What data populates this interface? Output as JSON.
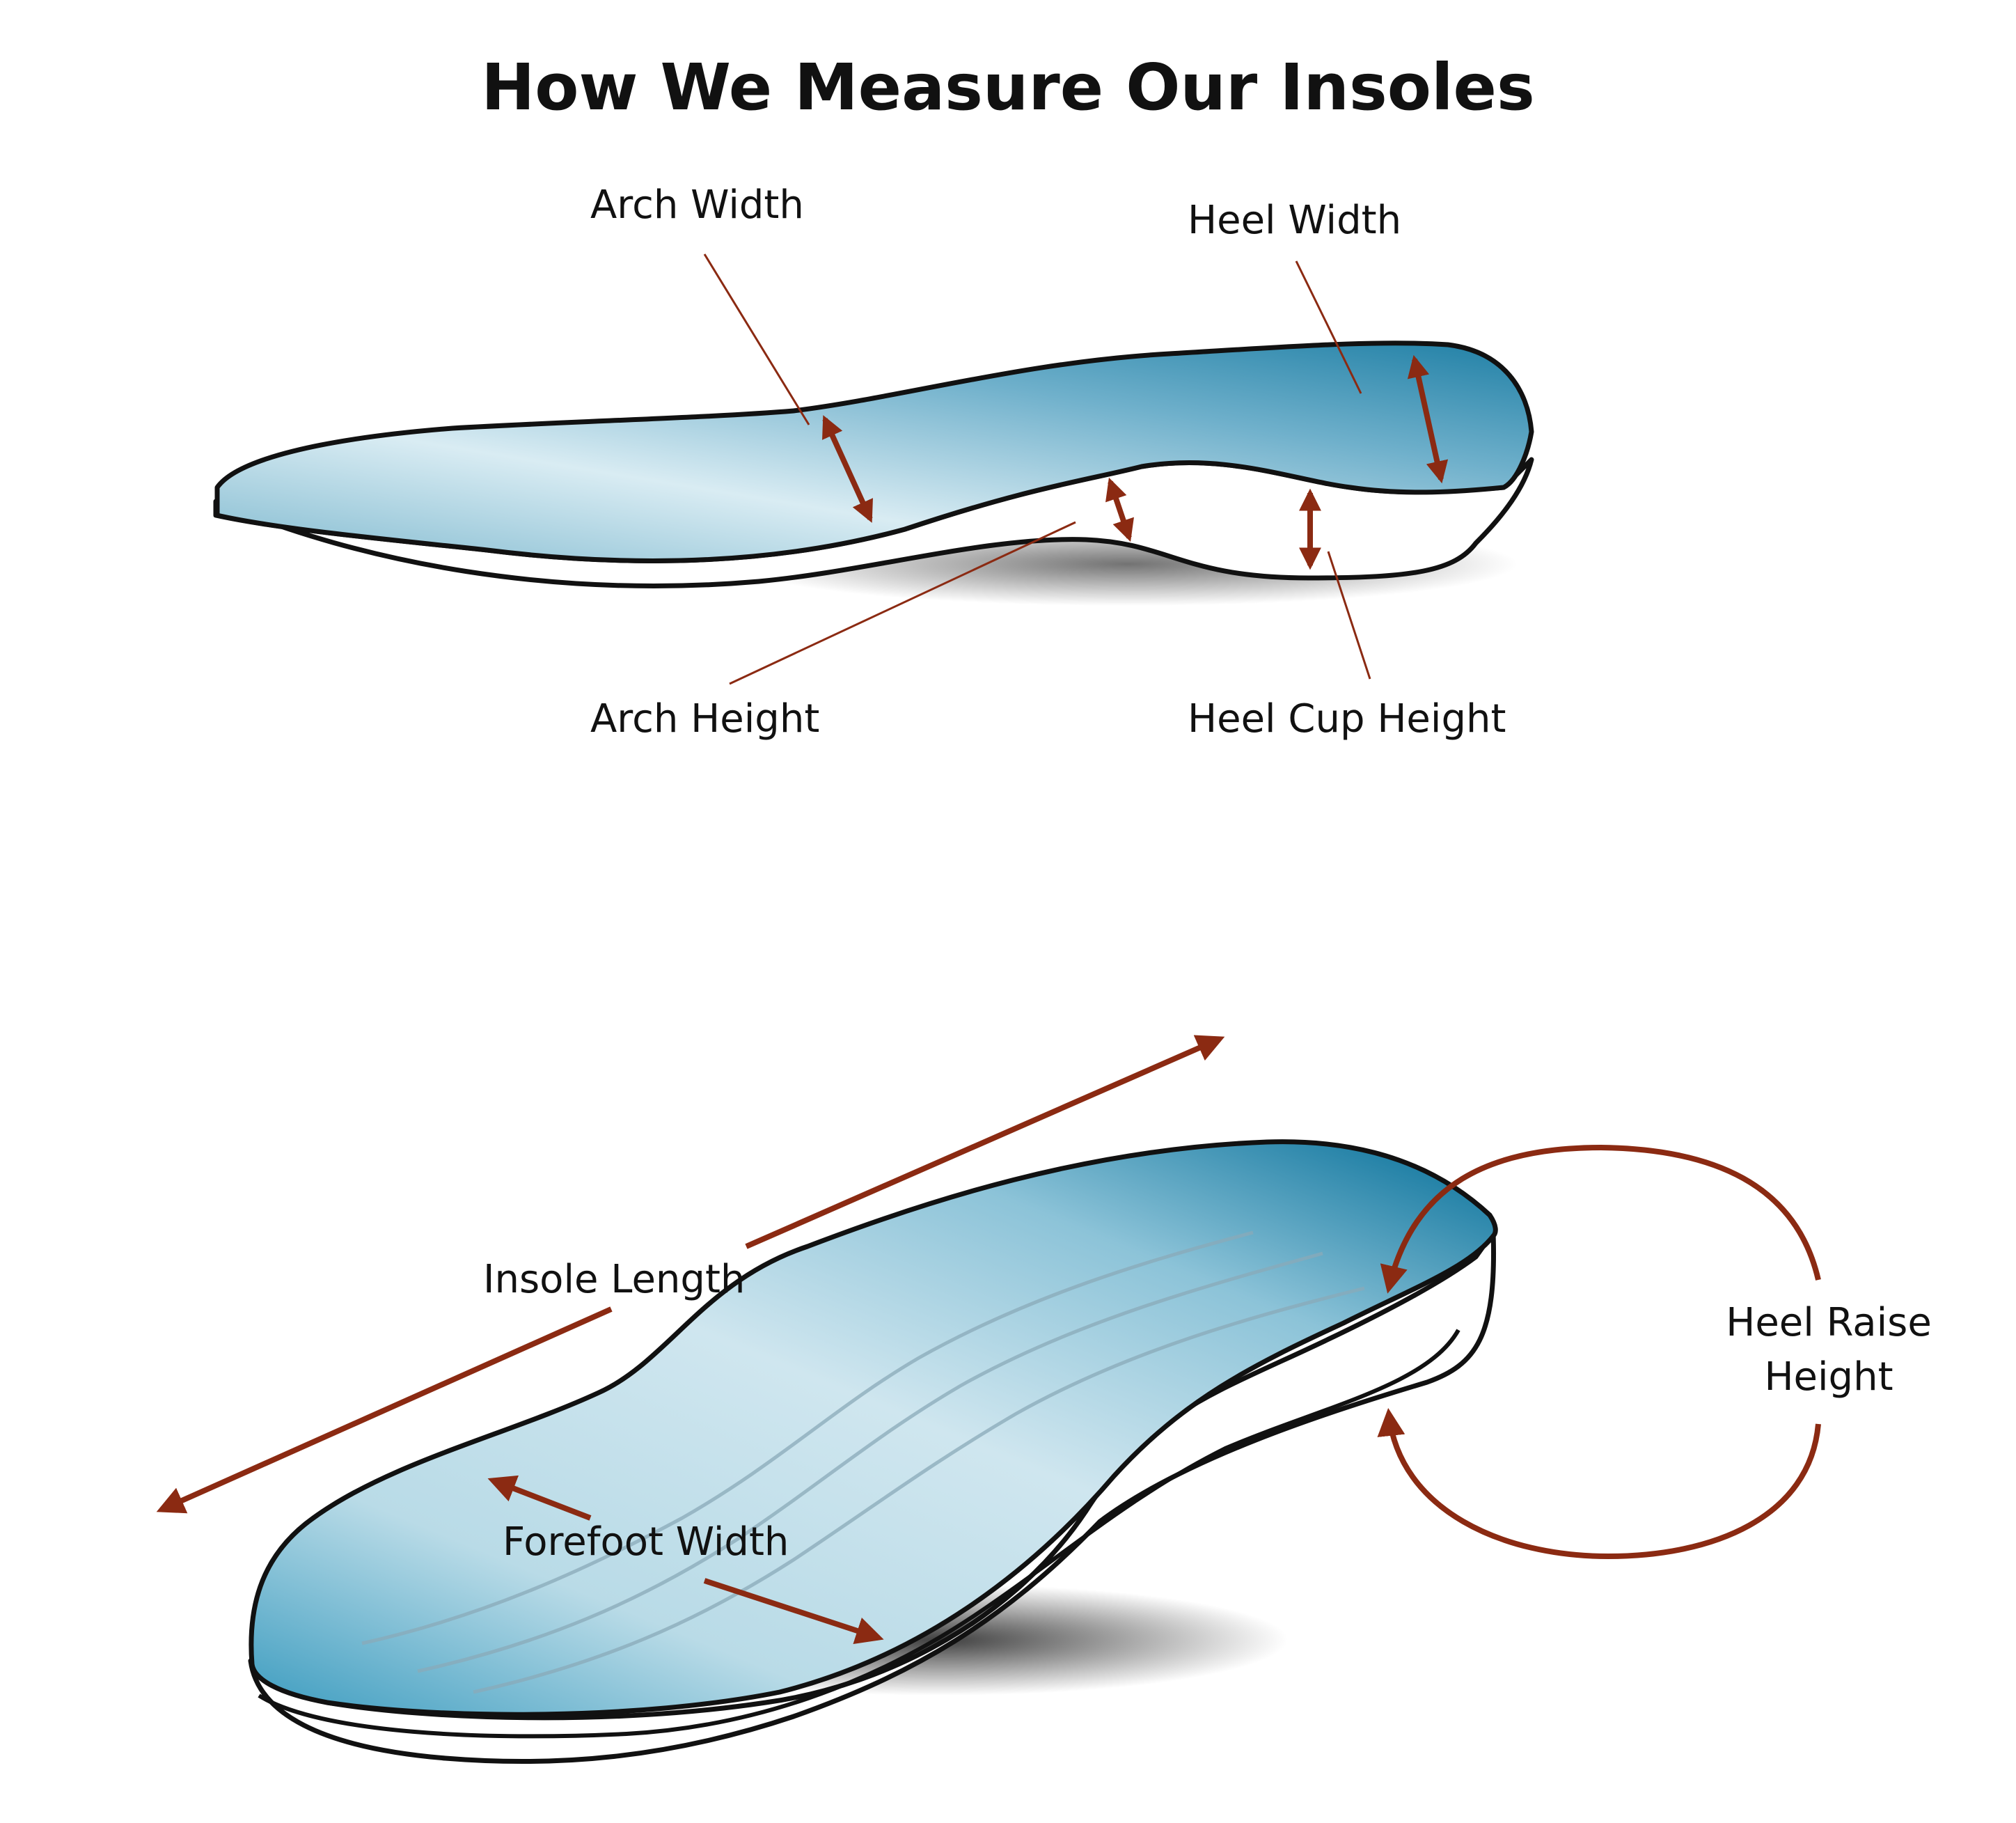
{
  "title": "How We Measure Our Insoles",
  "labels": {
    "arch_width": "Arch Width",
    "heel_width": "Heel Width",
    "arch_height": "Arch Height",
    "heel_cup_height": "Heel Cup Height",
    "insole_length": "Insole Length",
    "forefoot_width": "Forefoot Width",
    "heel_raise_height_line1": "Heel Raise",
    "heel_raise_height_line2": "Height"
  },
  "colors": {
    "arrow": "#8b2a12",
    "outline": "#111111",
    "insole_dark": "#2a88ad",
    "insole_light": "#dfeef3",
    "side_wall": "#ffffff"
  },
  "icons": {
    "measure_arrow": "double-headed-arrow",
    "length_arrow": "long-arrow",
    "curved_arrow": "curved-arrow"
  }
}
